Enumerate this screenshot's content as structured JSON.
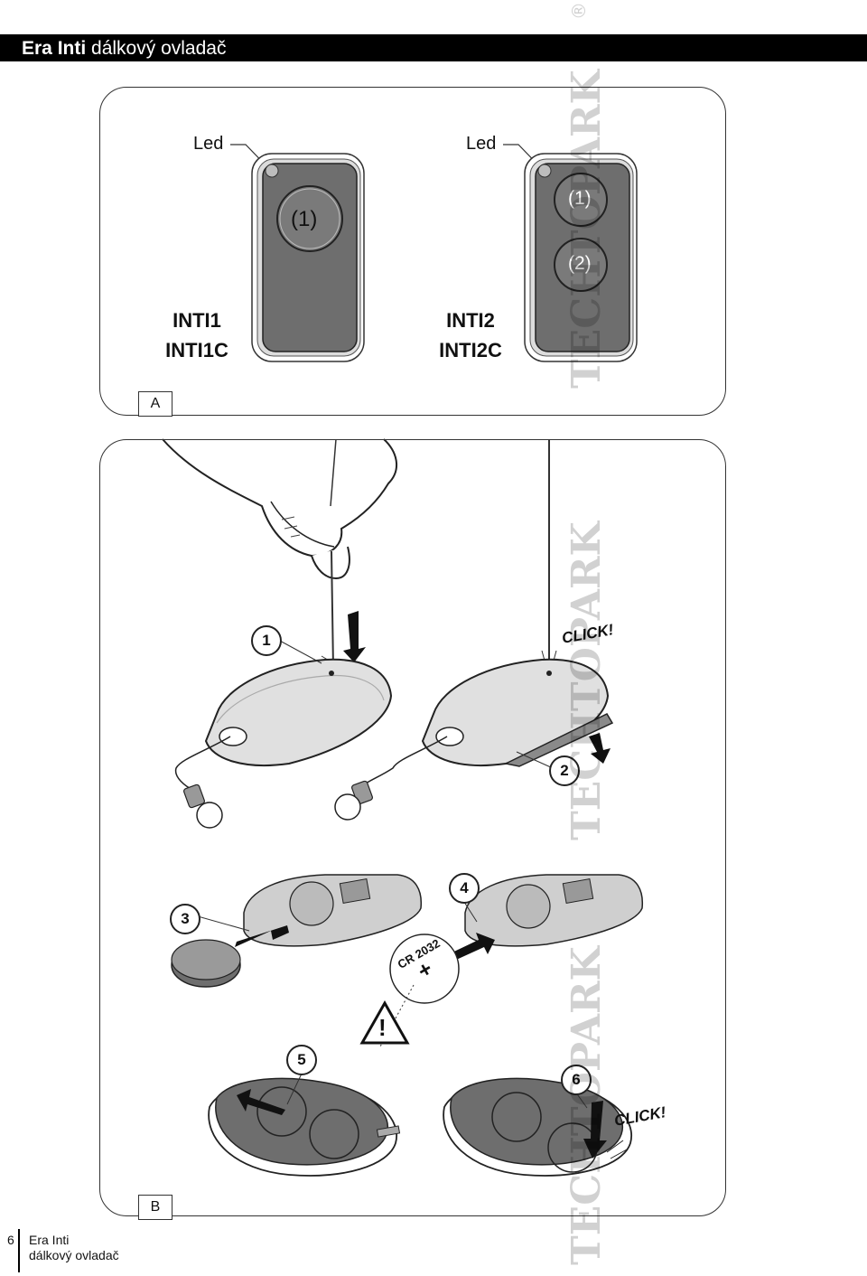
{
  "header": {
    "brand": "Era Inti",
    "subtitle": "dálkový ovladač"
  },
  "panel_a": {
    "tag": "A",
    "left_remote": {
      "led_label": "Led",
      "button_1": "(1)",
      "models": [
        "INTI1",
        "INTI1C"
      ]
    },
    "right_remote": {
      "led_label": "Led",
      "button_1": "(1)",
      "button_2": "(2)",
      "models": [
        "INTI2",
        "INTI2C"
      ]
    }
  },
  "panel_b": {
    "tag": "B",
    "steps": [
      "1",
      "2",
      "3",
      "4",
      "5",
      "6"
    ],
    "click_text": "CLICK!",
    "battery_label": "CR 2032",
    "battery_polarity": "+",
    "warning_symbol": "!"
  },
  "watermark": {
    "text": "TECHTOPARK",
    "registered": "®"
  },
  "footer": {
    "page_number": "6",
    "line1": "Era Inti",
    "line2": "dálkový ovladač"
  },
  "colors": {
    "remote_body": "#6e6e6e",
    "shell": "#e0e0e0",
    "outline": "#222222",
    "header_bg": "#000000"
  }
}
